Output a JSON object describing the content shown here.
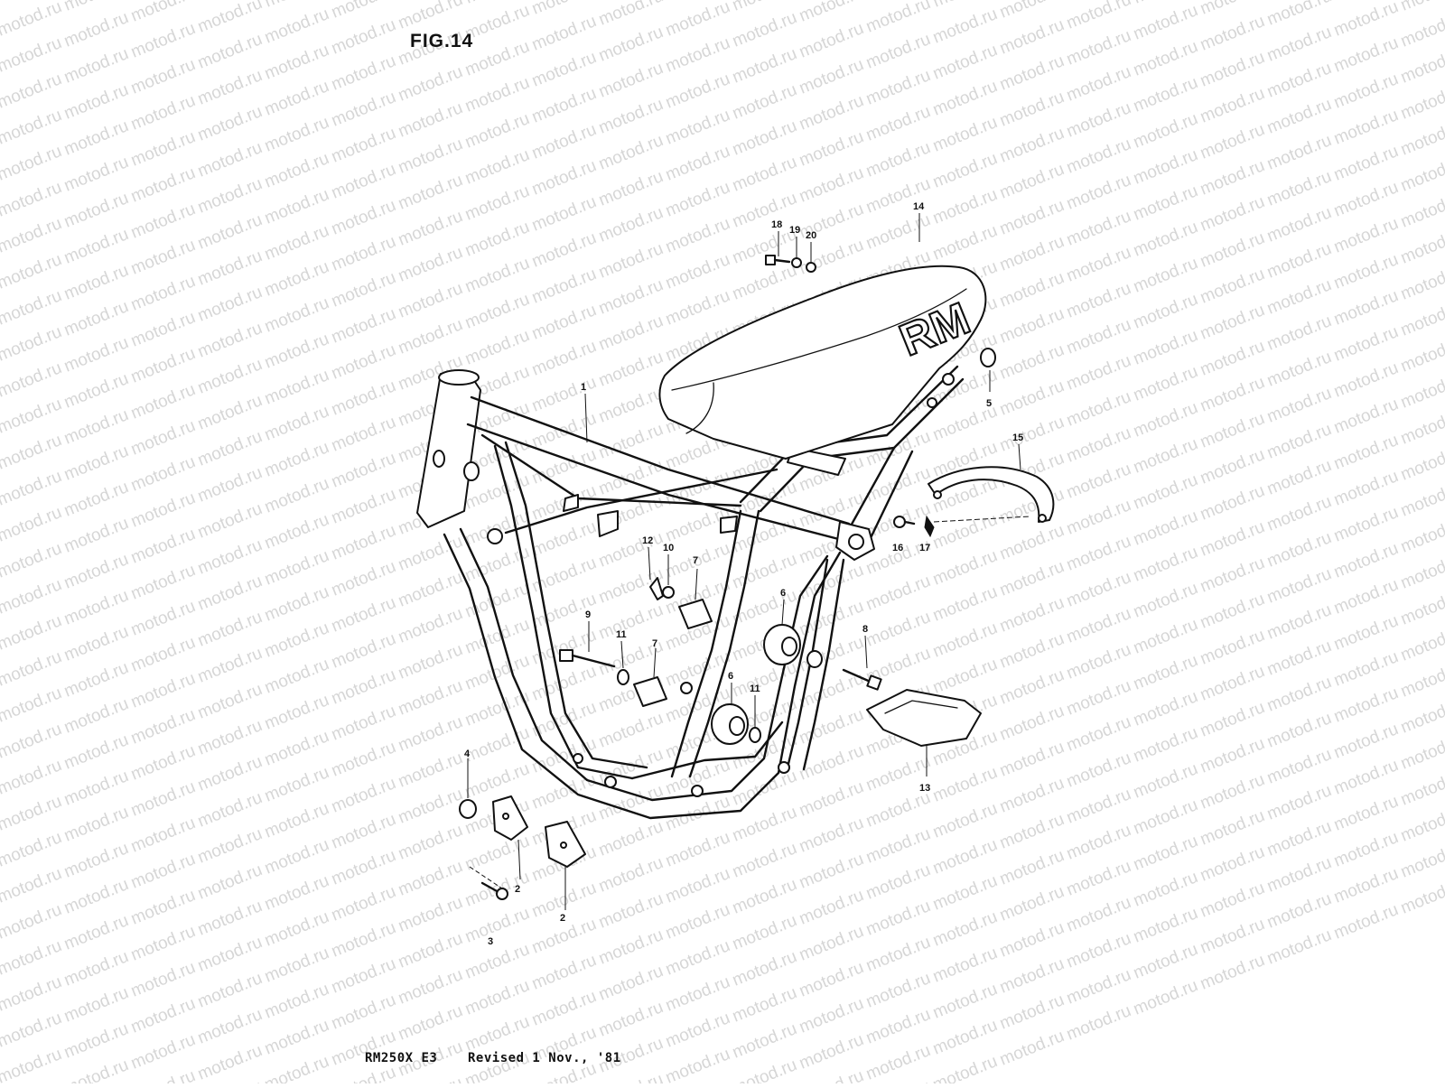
{
  "figure": {
    "title": "FIG.14",
    "watermark": "motod.ru",
    "footer_model": "RM250X E3",
    "footer_revised": "Revised 1 Nov., '81",
    "seat_logo": "RM"
  },
  "callouts": [
    "1",
    "2",
    "2",
    "3",
    "4",
    "5",
    "6",
    "6",
    "7",
    "7",
    "8",
    "9",
    "10",
    "11",
    "11",
    "12",
    "13",
    "14",
    "15",
    "16",
    "17",
    "18",
    "19",
    "20"
  ],
  "colors": {
    "ink": "#111111",
    "watermark": "#d6d6d6",
    "paper": "#ffffff"
  }
}
